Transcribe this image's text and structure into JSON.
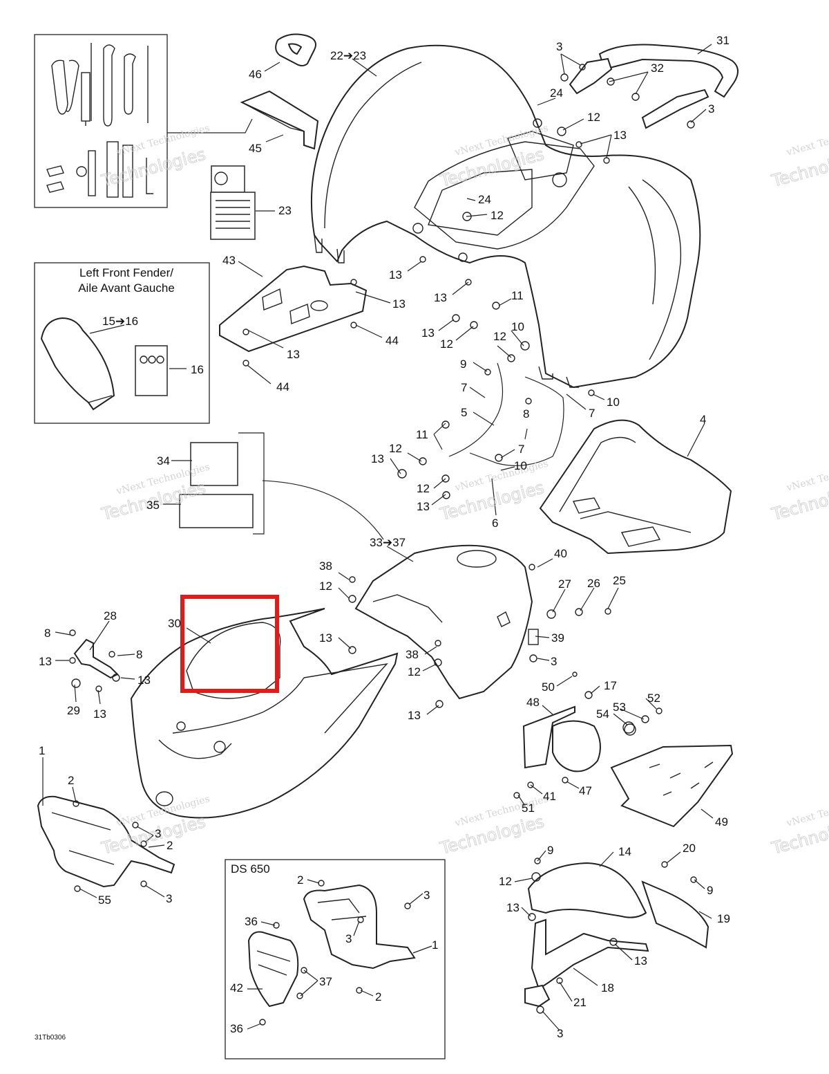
{
  "diagram": {
    "highlight_color": "#e01b1b",
    "inset_boxes": {
      "left_front_fender_line1": "Left Front Fender/",
      "left_front_fender_line2": "Aile Avant Gauche",
      "ds650": "DS 650"
    },
    "footer_code": "31Tb0306",
    "watermark_line1": "vNext Technologies",
    "watermark_line2": "Technologies",
    "callouts": {
      "c46": "46",
      "c22_23": "22➔23",
      "c45": "45",
      "c23": "23",
      "c3a": "3",
      "c31": "31",
      "c32": "32",
      "c24a": "24",
      "c12a": "12",
      "c13a": "13",
      "c3b": "3",
      "c24b": "24",
      "c12b": "12",
      "c13b": "13",
      "c13c": "13",
      "c43": "43",
      "c13d": "13",
      "c13e": "13",
      "c44a": "44",
      "c44b": "44",
      "c15_16": "15➔16",
      "c16": "16",
      "c11a": "11",
      "c13f": "13",
      "c12c": "12",
      "c12d": "12",
      "c10a": "10",
      "c9a": "9",
      "c7a": "7",
      "c10b": "10",
      "c7b": "7",
      "c5": "5",
      "c8a": "8",
      "c4": "4",
      "c11b": "11",
      "c12e": "12",
      "c13g": "13",
      "c7c": "7",
      "c10c": "10",
      "c12f": "12",
      "c13h": "13",
      "c6": "6",
      "c34": "34",
      "c35": "35",
      "c33_37": "33➔37",
      "c38a": "38",
      "c12g": "12",
      "c13i": "13",
      "c40": "40",
      "c27": "27",
      "c26": "26",
      "c25": "25",
      "c39": "39",
      "c3c": "3",
      "c38b": "38",
      "c12h": "12",
      "c13j": "13",
      "c28": "28",
      "c30": "30",
      "c8b": "8",
      "c8c": "8",
      "c13k": "13",
      "c13l": "13",
      "c29": "29",
      "c13m": "13",
      "c50": "50",
      "c17": "17",
      "c52": "52",
      "c48": "48",
      "c53": "53",
      "c54": "54",
      "c41": "41",
      "c47": "47",
      "c51": "51",
      "c49": "49",
      "c1a": "1",
      "c2a": "2",
      "c3d": "3",
      "c2b": "2",
      "c55": "55",
      "c3e": "3",
      "c2c": "2",
      "c3f": "3",
      "c36a": "36",
      "c3g": "3",
      "c1b": "1",
      "c37": "37",
      "c42": "42",
      "c2d": "2",
      "c36b": "36",
      "c9b": "9",
      "c14": "14",
      "c20": "20",
      "c12i": "12",
      "c9c": "9",
      "c13n": "13",
      "c19": "19",
      "c13o": "13",
      "c18": "18",
      "c21": "21",
      "c3h": "3"
    }
  }
}
